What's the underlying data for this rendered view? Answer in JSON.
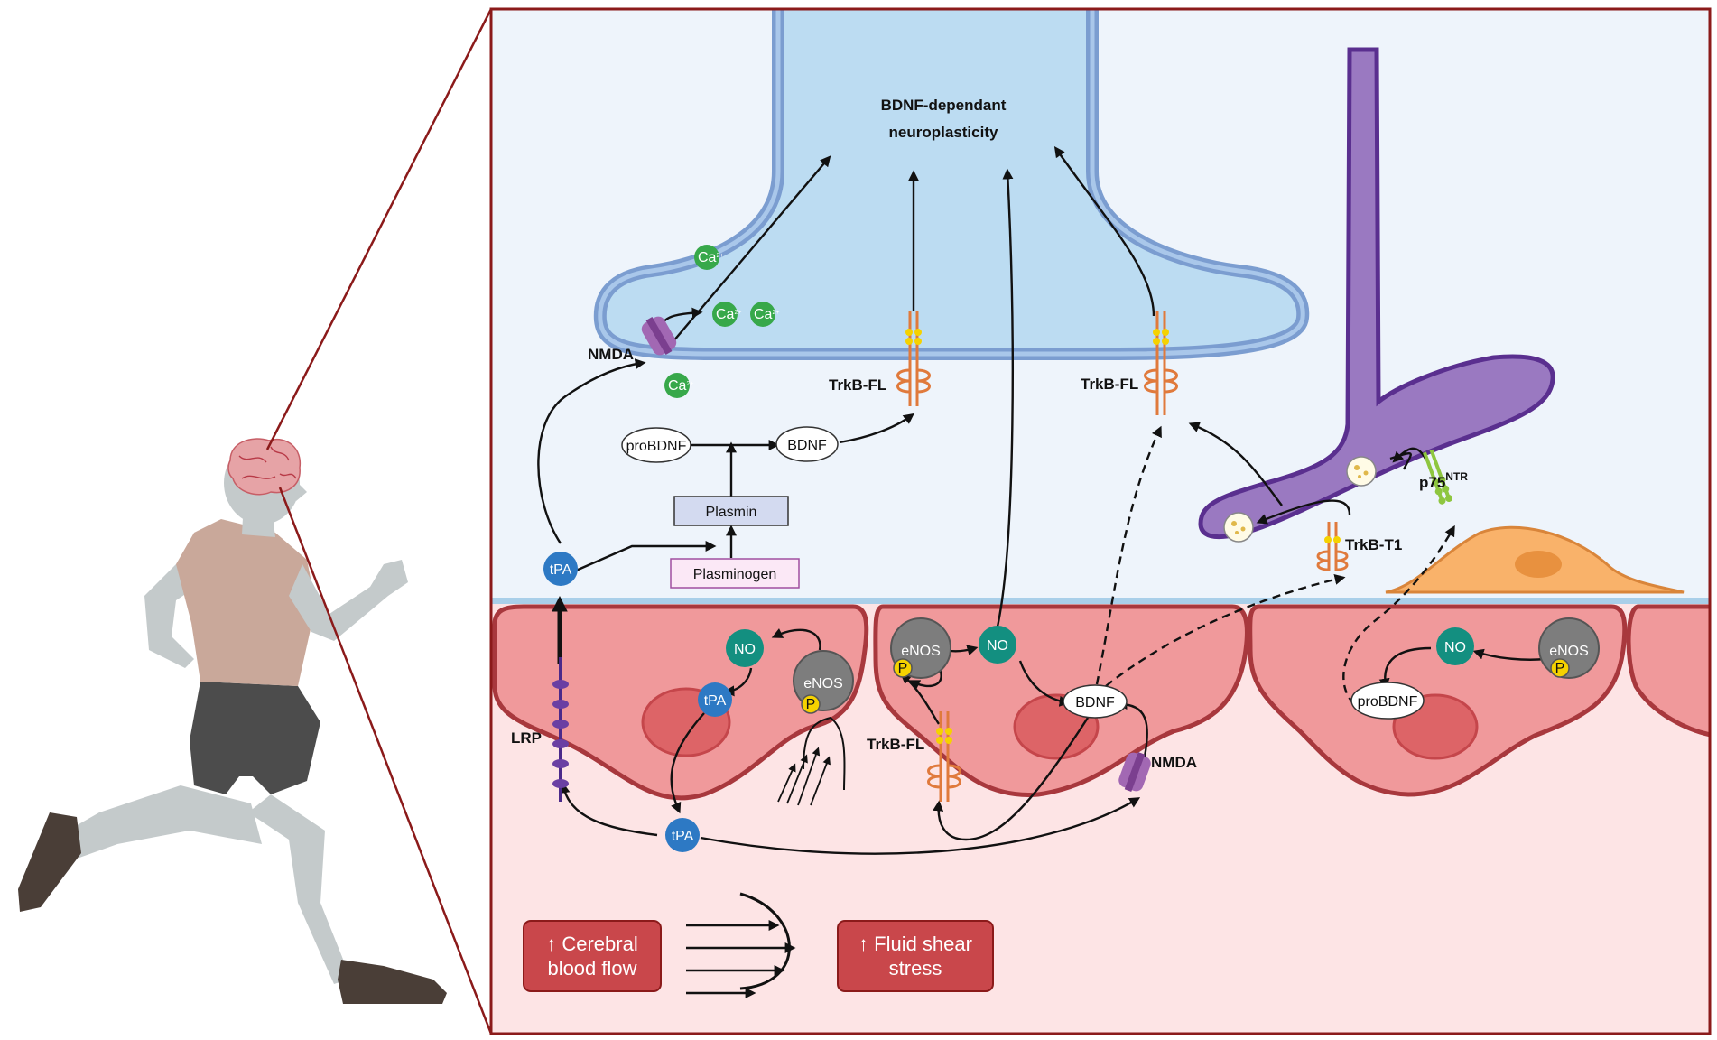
{
  "labels": {
    "title_line1": "BDNF-dependant",
    "title_line2": "neuroplasticity",
    "nmda_top": "NMDA",
    "nmda_bottom": "NMDA",
    "trkb_fl_1": "TrkB-FL",
    "trkb_fl_2": "TrkB-FL",
    "trkb_fl_3": "TrkB-FL",
    "trkb_t1": "TrkB-T1",
    "p75": "p75",
    "p75_sup": "NTR",
    "lrp": "LRP",
    "probdnf_top": "proBDNF",
    "bdnf_top": "BDNF",
    "plasmin": "Plasmin",
    "plasminogen": "Plasminogen",
    "tpa_1": "tPA",
    "tpa_2": "tPA",
    "tpa_3": "tPA",
    "no_1": "NO",
    "no_2": "NO",
    "no_3": "NO",
    "enos_1": "eNOS",
    "enos_2": "eNOS",
    "enos_3": "eNOS",
    "p": "P",
    "bdnf_mid": "BDNF",
    "probdnf_right": "proBDNF",
    "ca": "Ca",
    "ca_sup": "2+",
    "cbf_line1": "↑ Cerebral",
    "cbf_line2": "blood flow",
    "fss_line1": "↑ Fluid shear",
    "fss_line2": "stress"
  },
  "colors": {
    "frame": "#8b1a1a",
    "synapse_fill": "#bcdcf2",
    "synapse_border": "#7b9dd0",
    "background_upper": "#eef4fb",
    "endothelial": "#f0999b",
    "endothelial_border": "#a8383d",
    "nucleus": "#dd6467",
    "lumen": "#fde4e5",
    "glia": "#9a79c1",
    "glia_border": "#5a2f8f",
    "pericyte": "#f9b26a",
    "tpa": "#2d79c4",
    "no": "#138f80",
    "enos": "#7d7d7d",
    "phospho": "#f5d200",
    "calcium": "#37a84a",
    "red_box": "#c9474b",
    "trkb": "#e07a3c",
    "nmda": "#a268b3",
    "p75": "#8ec63f",
    "lrp": "#4b2a8a"
  }
}
